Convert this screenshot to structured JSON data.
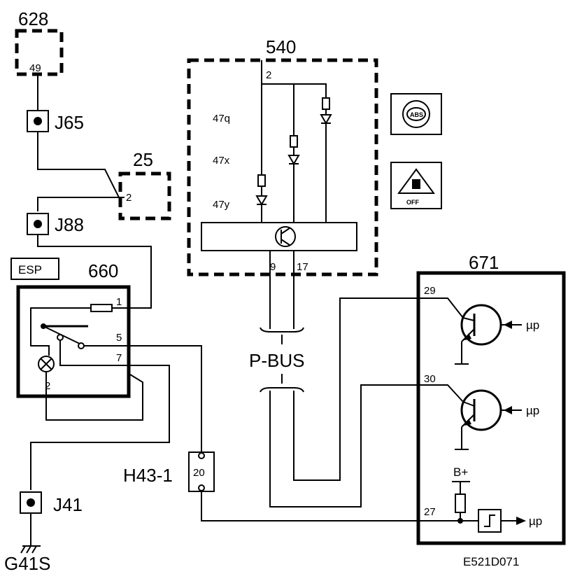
{
  "components": {
    "c628": {
      "id": "628",
      "pin": "49"
    },
    "c25": {
      "id": "25",
      "pin": "2"
    },
    "c540": {
      "id": "540",
      "pin_top": "2",
      "led1": "47q",
      "led2": "47x",
      "led3": "47y",
      "pin_left": "9",
      "pin_right": "17"
    },
    "c660": {
      "id": "660",
      "tag": "ESP",
      "pin1": "1",
      "pin5": "5",
      "pin7": "7",
      "pin2": "2"
    },
    "c671": {
      "id": "671",
      "pin29": "29",
      "pin30": "30",
      "pin27": "27",
      "up1": "µp",
      "up2": "µp",
      "up3": "µp",
      "bplus": "B+"
    }
  },
  "connectors": {
    "j65": "J65",
    "j88": "J88",
    "j41": "J41",
    "h43": "H43-1",
    "h43_pin": "20"
  },
  "bus": {
    "label": "P-BUS"
  },
  "ground": {
    "label": "G41S"
  },
  "indicators": {
    "abs": "ABS",
    "off": "OFF"
  },
  "drawing_id": "E521D071"
}
